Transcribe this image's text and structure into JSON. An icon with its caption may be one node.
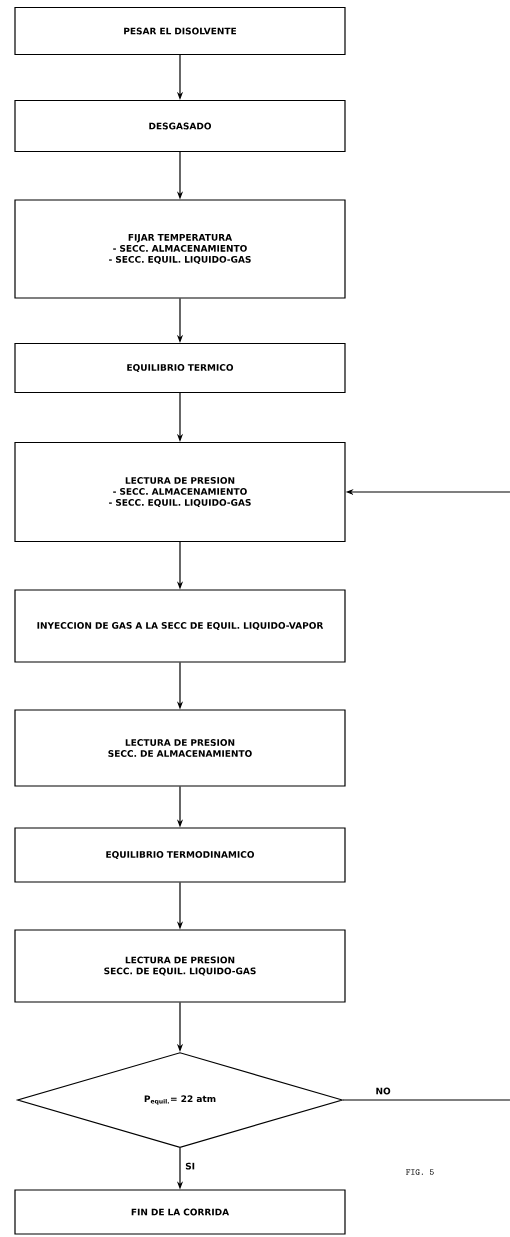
{
  "diagram": {
    "nodes": [
      {
        "text": [
          "PESAR EL DISOLVENTE"
        ]
      },
      {
        "text": [
          "DESGASADO"
        ]
      },
      {
        "text": [
          "FIJAR TEMPERATURA",
          "- SECC. ALMACENAMIENTO",
          "- SECC. EQUIL. LIQUIDO-GAS"
        ]
      },
      {
        "text": [
          "EQUILIBRIO TERMICO"
        ]
      },
      {
        "text": [
          "LECTURA DE PRESION",
          "- SECC. ALMACENAMIENTO",
          "- SECC. EQUIL. LIQUIDO-GAS"
        ]
      },
      {
        "text": [
          "INYECCION DE GAS A LA SECC DE EQUIL. LIQUIDO-VAPOR"
        ]
      },
      {
        "text": [
          "LECTURA DE PRESION",
          "SECC. DE ALMACENAMIENTO"
        ]
      },
      {
        "text": [
          "EQUILIBRIO TERMODINAMICO"
        ]
      },
      {
        "text": [
          "LECTURA DE PRESION",
          "SECC. DE EQUIL. LIQUIDO-GAS"
        ]
      },
      {
        "text": [
          "P$_{equil.}$= 22 atm"
        ]
      },
      {
        "text": [
          "FIN DE LA CORRIDA"
        ]
      }
    ],
    "edges": [
      {
        "from": 0,
        "to": 1,
        "arrow": "to"
      },
      {
        "from": 1,
        "to": 2,
        "arrow": "to"
      },
      {
        "from": 2,
        "to": 3,
        "arrow": "to"
      },
      {
        "from": 3,
        "to": 4,
        "arrow": "to"
      },
      {
        "from": 4,
        "to": 5,
        "arrow": "to"
      },
      {
        "from": 5,
        "to": 6,
        "arrow": "to"
      },
      {
        "from": 6,
        "to": 7,
        "arrow": "to"
      },
      {
        "from": 7,
        "to": 8,
        "arrow": "to"
      },
      {
        "from": 8,
        "to": 9,
        "arrow": "to"
      },
      {
        "from": 9,
        "to": 10,
        "label": "SI",
        "arrow": "to"
      },
      {
        "from": 9,
        "to": 4,
        "label": "NO",
        "arrow": "to"
      }
    ],
    "labels": [
      "FIG. 5"
    ]
  }
}
